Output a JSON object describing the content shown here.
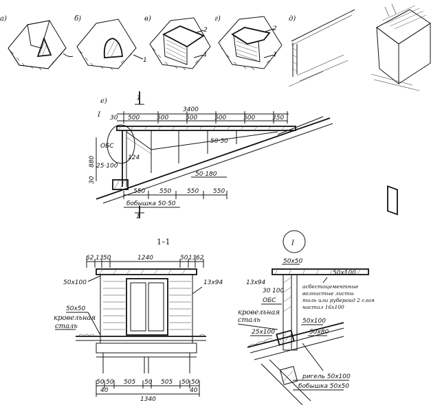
{
  "variants": {
    "a": "а)",
    "b": "б)",
    "v": "в)",
    "g": "г)",
    "d": "д)",
    "e": "е)",
    "mark_1": "1",
    "mark_2": "2"
  },
  "section_e": {
    "cut_mark": "1",
    "detail_ref": "I",
    "top_dims": [
      "500",
      "500",
      "500",
      "500",
      "500",
      "350"
    ],
    "total": "3400",
    "lbl_30": "30",
    "lbl_obs": "ОБС",
    "lbl_880": "880",
    "lbl_124": "124",
    "lbl_25x100": "25·100",
    "lbl_30b": "30",
    "lbl_50x50": "50·50",
    "lbl_50x180": "50·180",
    "bottom_dims": [
      "550",
      "550",
      "550",
      "550"
    ],
    "boss": "бобышка 50·50"
  },
  "section_11": {
    "title": "1–1",
    "top_dims": [
      "62",
      "13",
      "50",
      "1240",
      "50",
      "13",
      "62"
    ],
    "lbl_50x100": "50x100",
    "lbl_13x94": "13x94",
    "lbl_50x50": "50x50",
    "roof_steel_1": "кровельная",
    "roof_steel_2": "сталь",
    "bottom_dims": [
      "50",
      "50",
      "505",
      "50",
      "505",
      "50",
      "50"
    ],
    "dim_40a": "40",
    "dim_40b": "40",
    "total": "1340"
  },
  "detail_I": {
    "ref": "I",
    "lbl_50x50": "50x50",
    "lbl_50x100": "50x100",
    "lbl_13x94": "13x94",
    "lbl_30": "30",
    "lbl_100": "100",
    "lbl_obs": "ОБС",
    "note": [
      "асбестоцементные",
      "волнистые листы",
      "толь или рубероид 2 слоя",
      "настил 16x100"
    ],
    "roof_steel_1": "кровельная",
    "roof_steel_2": "сталь",
    "lbl_50x100b": "50x100",
    "lbl_25x100": "25x100",
    "lbl_50x80": "50x80",
    "rigel": "ригель 50x100",
    "boss": "бобышка 50x50"
  }
}
